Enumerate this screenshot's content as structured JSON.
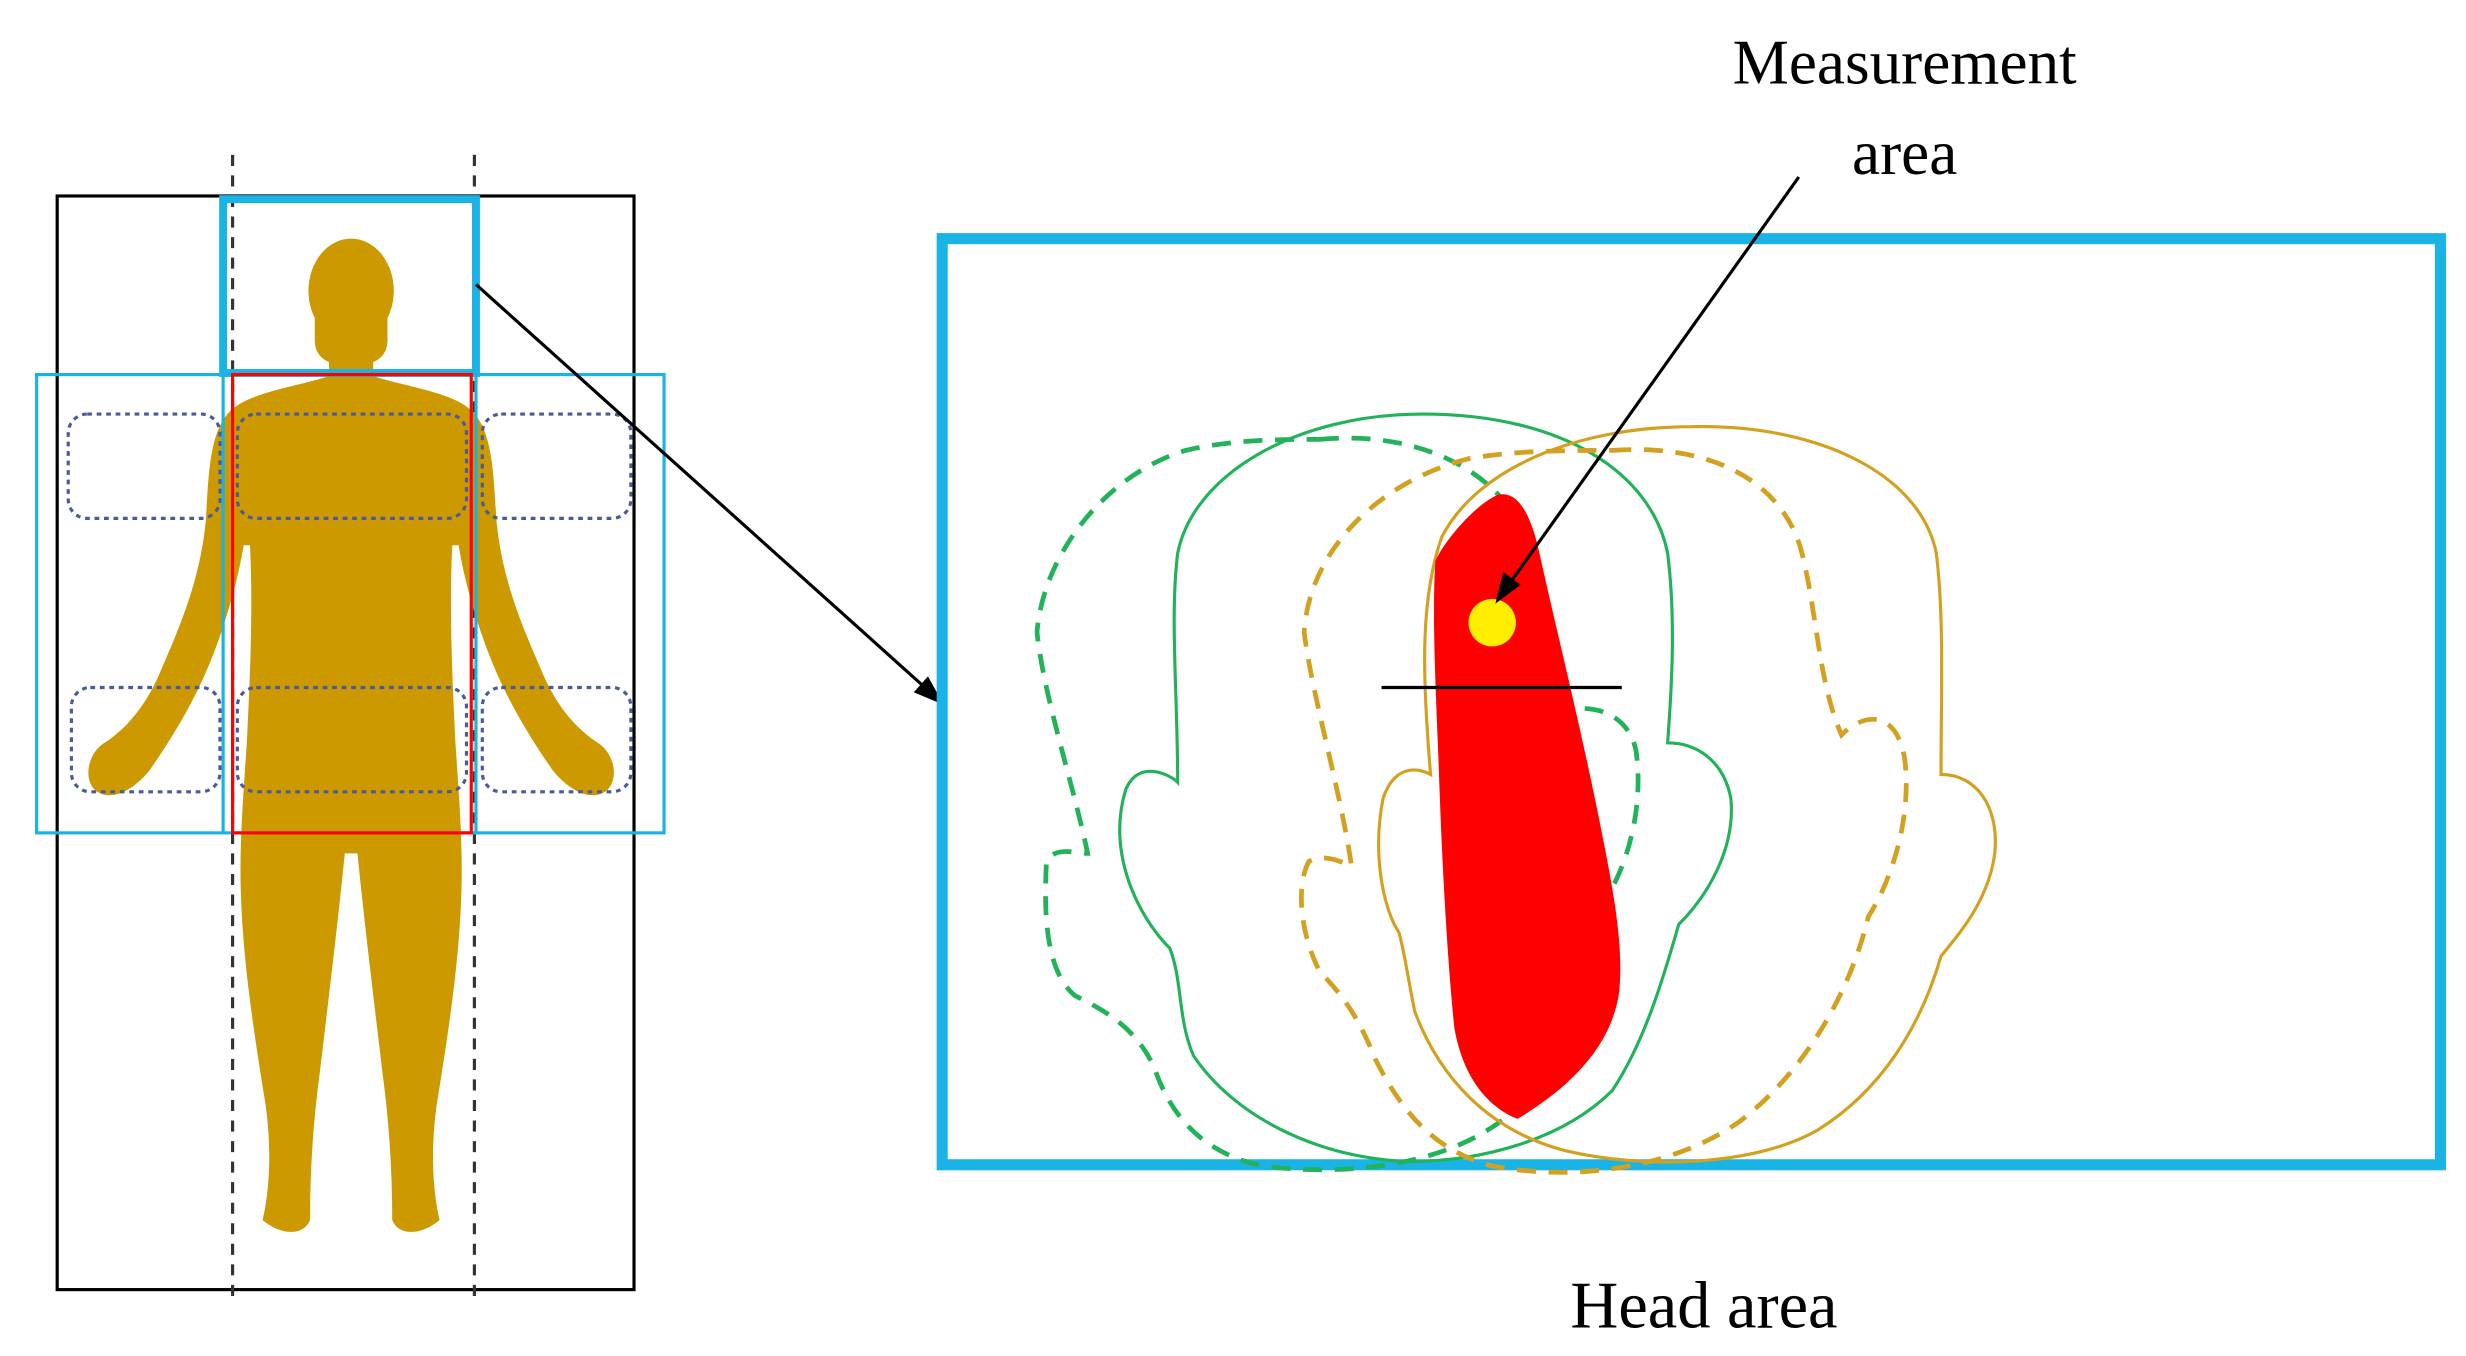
{
  "labels": {
    "measurement_line1": "Measurement",
    "measurement_line2": "area",
    "head_area": "Head area"
  },
  "colors": {
    "body": "#cc9900",
    "cyan": "#1ab3e6",
    "red": "#ff0000",
    "yellow": "#ffee00",
    "green": "#22b35a",
    "orange": "#d4a020",
    "dotted_box": "#4a5a9a",
    "black": "#000000"
  }
}
